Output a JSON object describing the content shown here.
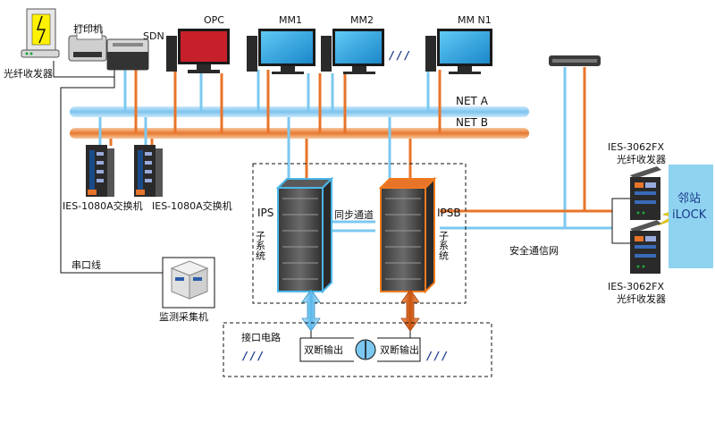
{
  "labels": {
    "fiber_top": "光纤收发器",
    "printer": "打印机",
    "sdn": "SDN",
    "opc": "OPC",
    "mm1": "MM1",
    "mm2": "MM2",
    "mmn": "MM   N1",
    "ellipsis": "/ / /",
    "net_a": "NET A",
    "net_b": "NET B",
    "switch_1": "IES-1080A交换机",
    "switch_2": "IES-1080A交换机",
    "ips_a": "IPS",
    "ips_a_sub": "子系统",
    "ips_b": "IPSB",
    "ips_b_sub": "子系统",
    "sync": "同步通道",
    "safety_net": "安全通信网",
    "serial": "串口线",
    "monitor_pc": "监测采集机",
    "interface": "接口电路",
    "dual_out_left": "双断输出",
    "dual_out_right": "双断输出",
    "ies_top_model": "IES-3062FX",
    "ies_top_desc": "光纤收发器",
    "ies_bot_model": "IES-3062FX",
    "ies_bot_desc": "光纤收发器",
    "neighbor": "邻站",
    "ilock": "iLOCK"
  },
  "colors": {
    "net_a": "#7ec3ee",
    "net_b": "#e8792e",
    "blue_line": "#7cc8f0",
    "orange_line": "#e8742a",
    "ips_a_edge": "#4bb8ea",
    "ips_b_edge": "#f07a1e",
    "ilock_bg": "#8fd3f0"
  }
}
